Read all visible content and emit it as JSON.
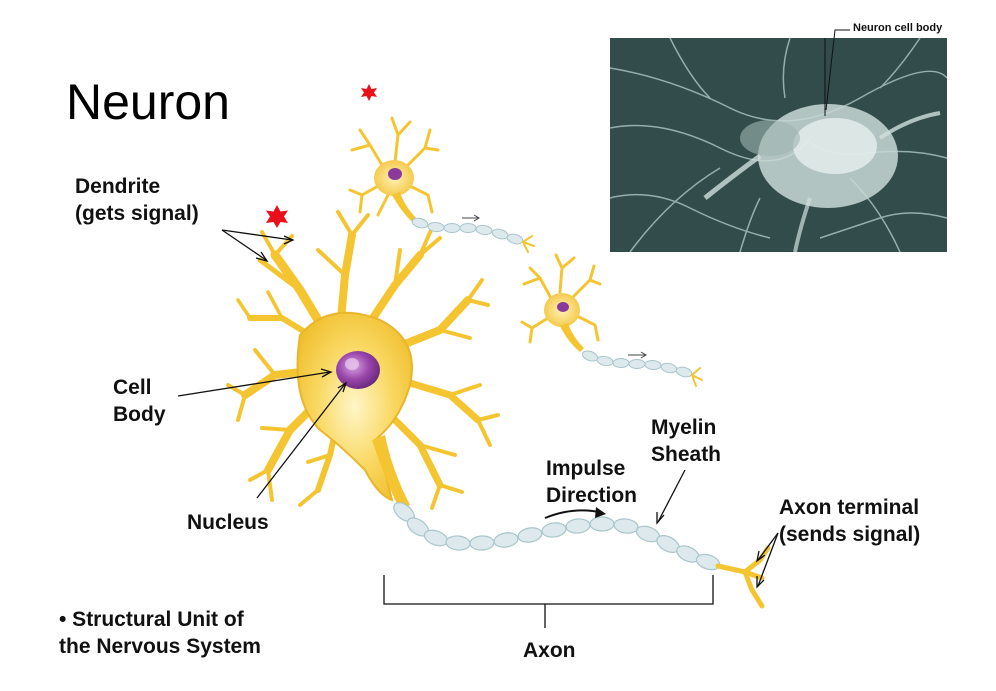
{
  "title": "Neuron",
  "labels": {
    "dendrite": [
      "Dendrite",
      "(gets signal)"
    ],
    "cell_body": [
      "Cell",
      "Body"
    ],
    "nucleus": "Nucleus",
    "impulse_direction": [
      "Impulse",
      "Direction"
    ],
    "myelin_sheath": [
      "Myelin",
      "Sheath"
    ],
    "axon_terminal": [
      "Axon terminal",
      "(sends signal)"
    ],
    "axon": "Axon",
    "structural_unit": [
      "• Structural Unit of",
      "the Nervous System"
    ]
  },
  "photo_caption": "Neuron cell body",
  "colors": {
    "dendrite": "#f5c531",
    "cell_body": "#f8d450",
    "nucleus": "#7a2f8c",
    "myelin": "#dde9ec",
    "signal_star": "#e8101a",
    "photo_bg": "#3b5656"
  }
}
